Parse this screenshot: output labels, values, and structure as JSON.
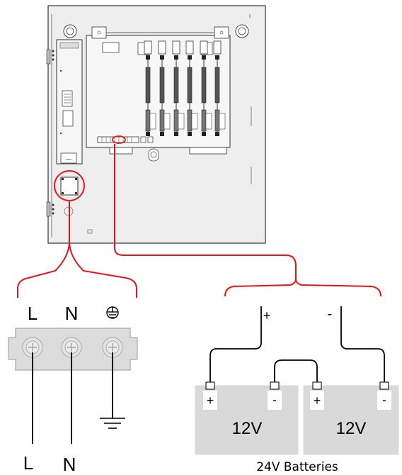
{
  "terminal_labels": {
    "live": "L",
    "neutral": "N"
  },
  "cable_end_labels": {
    "live": "L",
    "neutral": "N"
  },
  "battery_lead_labels": {
    "positive": "+",
    "negative": "-"
  },
  "batteries": [
    {
      "voltage": "12V",
      "pos_terminal": "+",
      "neg_terminal": "-"
    },
    {
      "voltage": "12V",
      "pos_terminal": "+",
      "neg_terminal": "-"
    }
  ],
  "battery_caption": "24V Batteries",
  "icons": {
    "earth": "earth-ground-symbol",
    "ground": "ground-symbol"
  },
  "colors": {
    "highlight": "#e8141b",
    "battery_fill": "#d9d9d9",
    "block_fill": "#dcdcdc",
    "enclosure_fill": "#eeeeee"
  }
}
